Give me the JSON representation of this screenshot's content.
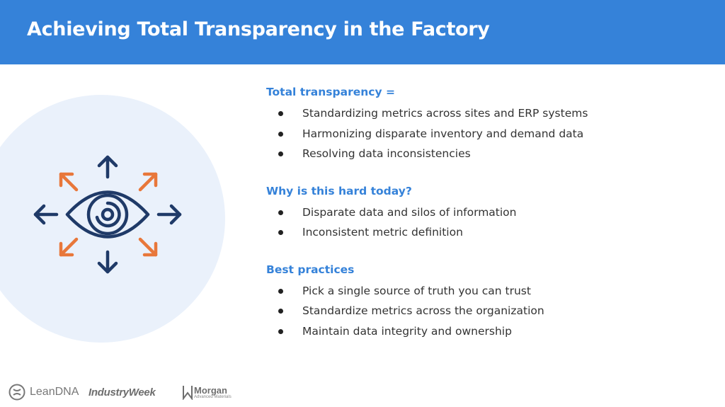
{
  "slide": {
    "title": "Achieving Total Transparency in the Factory"
  },
  "colors": {
    "header_bg": "#3582d9",
    "heading": "#3582d9",
    "icon_navy": "#1f3a68",
    "icon_orange": "#e8773a",
    "circle_bg": "#eaf1fb"
  },
  "icon": "eye-with-radiating-arrows-icon",
  "sections": [
    {
      "heading": "Total transparency =",
      "items": [
        "Standardizing metrics across sites and ERP systems",
        "Harmonizing disparate inventory and demand data",
        "Resolving data inconsistencies"
      ]
    },
    {
      "heading": "Why is this hard today?",
      "items": [
        "Disparate data and silos of information",
        "Inconsistent metric definition"
      ]
    },
    {
      "heading": "Best practices",
      "items": [
        "Pick a single source of truth you can trust",
        "Standardize metrics across the organization",
        "Maintain data integrity and ownership"
      ]
    }
  ],
  "footer": {
    "logos": [
      {
        "name": "LeanDNA"
      },
      {
        "name": "IndustryWeek"
      },
      {
        "name": "Morgan",
        "tagline": "Advanced Materials"
      }
    ]
  }
}
